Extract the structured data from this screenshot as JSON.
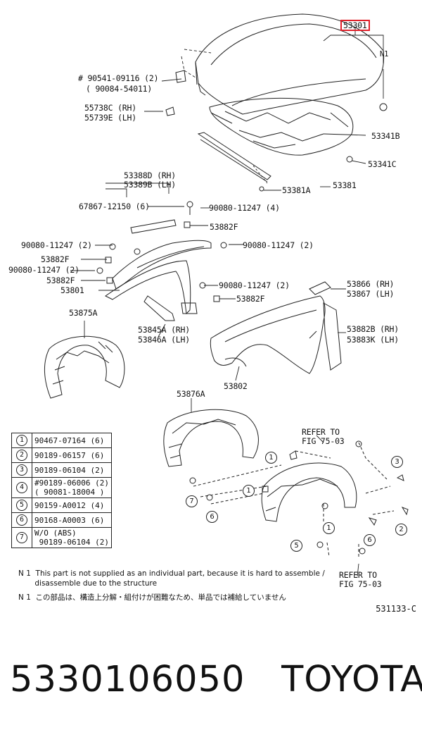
{
  "title_part": "53301",
  "n1_flag": "N1",
  "labels": {
    "l1a": "# 90541-09116 (2)",
    "l1b": "( 90084-54011)",
    "l2a": "55738C (RH)",
    "l2b": "55739E (LH)",
    "l3": "53341B",
    "l4": "53341C",
    "l5": "53381A",
    "l6": "53381",
    "l7a": "53388D (RH)",
    "l7b": "53389B (LH)",
    "l8": "67867-12150 (6)",
    "l9": "90080-11247 (4)",
    "l10": "53882F",
    "l11": "90080-11247 (2)",
    "l12": "90080-11247 (2)",
    "l13": "53882F",
    "l14": "90080-11247 (2)",
    "l15": "53882F",
    "l16": "53801",
    "l17": "90080-11247 (2)",
    "l18": "53882F",
    "l19a": "53866 (RH)",
    "l19b": "53867 (LH)",
    "l20": "53875A",
    "l21a": "53845A (RH)",
    "l21b": "53846A (LH)",
    "l22a": "53882B (RH)",
    "l22b": "53883K (LH)",
    "l23": "53802",
    "l24": "53876A",
    "l25a": "REFER TO",
    "l25b": "FIG 75-03",
    "l26a": "REFER TO",
    "l26b": "FIG 75-03"
  },
  "legend": [
    {
      "num": "1",
      "parts": [
        "90467-07164 (6)"
      ]
    },
    {
      "num": "2",
      "parts": [
        "90189-06157 (6)"
      ]
    },
    {
      "num": "3",
      "parts": [
        "90189-06104 (2)"
      ]
    },
    {
      "num": "4",
      "parts": [
        "#90189-06006 (2)",
        "( 90081-18004 )"
      ]
    },
    {
      "num": "5",
      "parts": [
        "90159-A0012 (4)"
      ]
    },
    {
      "num": "6",
      "parts": [
        "90168-A0003 (6)"
      ]
    },
    {
      "num": "7",
      "parts": [
        "W/O (ABS)",
        " 90189-06104 (2)"
      ]
    }
  ],
  "callouts": [
    "1",
    "7",
    "6",
    "1",
    "6",
    "1",
    "5",
    "3",
    "2"
  ],
  "notes": {
    "en_a": "N 1  This part is not supplied as an individual part, because it is hard to assemble /",
    "en_b": "       disassemble due to the structure",
    "jp": "N 1  この部品は、構造上分解・組付けが困難なため、単品では補給していません"
  },
  "diagram_code": "531133-C",
  "footer": {
    "part_number": "5330106050",
    "brand": "TOYOTA"
  },
  "colors": {
    "ink": "#111111",
    "highlight": "#e0202a",
    "background": "#ffffff"
  }
}
